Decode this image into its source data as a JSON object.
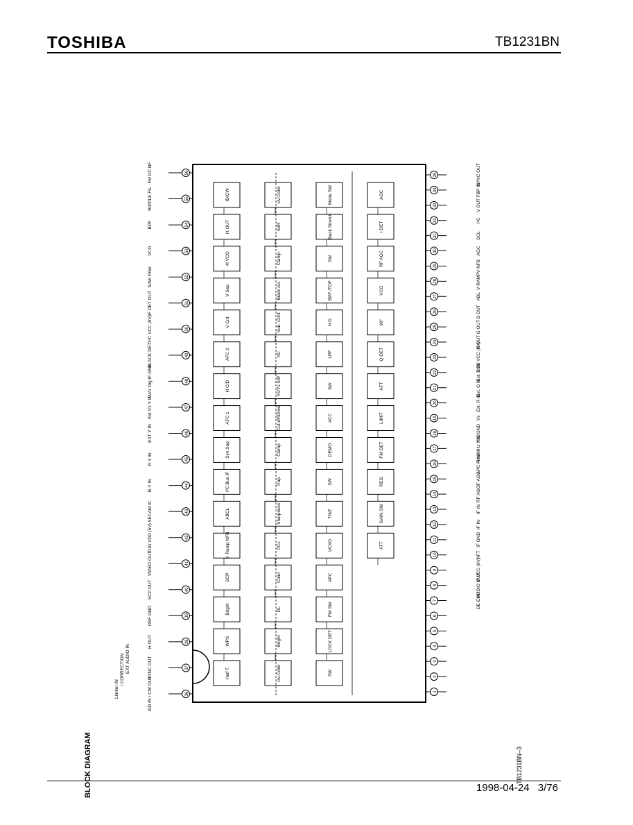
{
  "header": {
    "logo": "TOSHIBA",
    "part_number": "TB1231BN"
  },
  "footer": {
    "date": "1998-04-24",
    "page": "3/76"
  },
  "diagram": {
    "title": "BLOCK DIAGRAM",
    "figure_id": "TB1231BN–3",
    "top_pins": [
      "35",
      "34",
      "33",
      "32",
      "31",
      "30",
      "29",
      "28",
      "27",
      "26",
      "25",
      "24",
      "23",
      "22",
      "21",
      "20",
      "19",
      "18",
      "17",
      "16",
      "15",
      "14",
      "13",
      "12",
      "11",
      "10",
      "9",
      "8",
      "7",
      "6",
      "5",
      "4",
      "3",
      "2",
      "1"
    ],
    "bottom_pins": [
      "36",
      "37",
      "38",
      "39",
      "40",
      "41",
      "42",
      "43",
      "44",
      "45",
      "46",
      "47",
      "48",
      "49",
      "50",
      "51",
      "52",
      "53",
      "54",
      "55",
      "56"
    ],
    "top_labels": [
      {
        "pin": "35",
        "text": "SYNC OUT"
      },
      {
        "pin": "34",
        "text": "FBP IN"
      },
      {
        "pin": "33",
        "text": "V OUT"
      },
      {
        "pin": "32",
        "text": "I²C"
      },
      {
        "pin": "31",
        "text": "SCL"
      },
      {
        "pin": "30",
        "text": "AGC"
      },
      {
        "pin": "29",
        "text": "V NFB"
      },
      {
        "pin": "28",
        "text": "V RAMP"
      },
      {
        "pin": "27",
        "text": "ABL"
      },
      {
        "pin": "26",
        "text": "B OUT"
      },
      {
        "pin": "25",
        "text": "G OUT"
      },
      {
        "pin": "24",
        "text": "R OUT"
      },
      {
        "pin": "23",
        "text": "RGB VCC (9V)"
      },
      {
        "pin": "22",
        "text": "Ext. B IN"
      },
      {
        "pin": "21",
        "text": "Ext. G IN"
      },
      {
        "pin": "20",
        "text": "Ext. R IN"
      },
      {
        "pin": "19",
        "text": "Ys"
      },
      {
        "pin": "18",
        "text": "Y/C GND"
      },
      {
        "pin": "17",
        "text": "4.43MHz X'tal"
      },
      {
        "pin": "16",
        "text": "APC Filter"
      },
      {
        "pin": "15",
        "text": "IF AGC"
      },
      {
        "pin": "14",
        "text": "RF AGC"
      },
      {
        "pin": "13",
        "text": "IF IN"
      },
      {
        "pin": "12",
        "text": "IF IN"
      },
      {
        "pin": "11",
        "text": "IF GND"
      },
      {
        "pin": "10",
        "text": "AFT"
      },
      {
        "pin": "9",
        "text": "IF VCC (9V)"
      },
      {
        "pin": "8",
        "text": "AUDIO OUT"
      },
      {
        "pin": "7",
        "text": "DE-EMP"
      }
    ],
    "bottom_labels": [
      {
        "pin": "36",
        "text": "SID IN / CW OUT"
      },
      {
        "pin": "37",
        "text": "SYNC OUT"
      },
      {
        "pin": "38",
        "text": "H OUT"
      },
      {
        "pin": "39",
        "text": "DEF GND"
      },
      {
        "pin": "40",
        "text": "SCP OUT"
      },
      {
        "pin": "41",
        "text": "VIDEO OUT"
      },
      {
        "pin": "42",
        "text": "DIG VDD (5V)"
      },
      {
        "pin": "43",
        "text": "SECAM IC"
      },
      {
        "pin": "44",
        "text": "B-Y IN"
      },
      {
        "pin": "45",
        "text": "R-Y IN"
      },
      {
        "pin": "46",
        "text": "EXT Y IN"
      },
      {
        "pin": "47",
        "text": "Ext-V1 Y IN"
      },
      {
        "pin": "48",
        "text": "TV/V Dig IF GND"
      },
      {
        "pin": "49",
        "text": "BLACK DET"
      },
      {
        "pin": "50",
        "text": "Y/C VCC (5V)"
      },
      {
        "pin": "51",
        "text": "IF DET OUT"
      },
      {
        "pin": "52",
        "text": "SAW Filter"
      },
      {
        "pin": "53",
        "text": "VCO"
      },
      {
        "pin": "54",
        "text": "BPF"
      },
      {
        "pin": "55",
        "text": "RIPPLE FIL"
      },
      {
        "pin": "56",
        "text": "FM DC NF"
      }
    ],
    "left_notes": [
      "Limiter IN",
      "/ CORRECTION",
      "EXT AUDIO IN"
    ],
    "blocks": [
      {
        "id": "id-det",
        "text": "ID/CW"
      },
      {
        "id": "h-out",
        "text": "H OUT"
      },
      {
        "id": "h-vco",
        "text": "4f VCO"
      },
      {
        "id": "v-sep",
        "text": "V Sep"
      },
      {
        "id": "v-cnt",
        "text": "V Cnt"
      },
      {
        "id": "afc2",
        "text": "AFC 2"
      },
      {
        "id": "h-cd",
        "text": "H C/D"
      },
      {
        "id": "afc1",
        "text": "AFC 1"
      },
      {
        "id": "sync-sep",
        "text": "Syn Sep"
      },
      {
        "id": "i2c",
        "text": "I²C Bus IF"
      },
      {
        "id": "abcl",
        "text": "ABCL"
      },
      {
        "id": "v-ramp",
        "text": "V. Ramp NFB"
      },
      {
        "id": "scp",
        "text": "SCP"
      },
      {
        "id": "bright",
        "text": "Bright"
      },
      {
        "id": "wps",
        "text": "WPS"
      },
      {
        "id": "half-t",
        "text": "Half T."
      },
      {
        "id": "uv-color",
        "text": "Uv-Color"
      },
      {
        "id": "sdr",
        "text": "SdR"
      },
      {
        "id": "clamp1",
        "text": "Clamp"
      },
      {
        "id": "black-ad",
        "text": "Black Ad."
      },
      {
        "id": "sub-cont",
        "text": "Sub. Cont"
      },
      {
        "id": "ac",
        "text": "AC"
      },
      {
        "id": "yc-sw",
        "text": "Yc/Ys SW"
      },
      {
        "id": "cut-off",
        "text": "Cut-off/Drive"
      },
      {
        "id": "clamp2",
        "text": "Clamp"
      },
      {
        "id": "trap",
        "text": "Trap"
      },
      {
        "id": "sharp",
        "text": "Sharpness"
      },
      {
        "id": "acl",
        "text": "ACL"
      },
      {
        "id": "color",
        "text": "Color"
      },
      {
        "id": "dl",
        "text": "DL"
      },
      {
        "id": "bright2",
        "text": "Bright"
      },
      {
        "id": "uv-color2",
        "text": "Uv-Color"
      },
      {
        "id": "mode-sw",
        "text": "Mode SW"
      },
      {
        "id": "blk-stretch",
        "text": "Black Stretch"
      },
      {
        "id": "ext-sw",
        "text": "SW"
      },
      {
        "id": "bpf-tof",
        "text": "BPF /TOF"
      },
      {
        "id": "hd",
        "text": "H D"
      },
      {
        "id": "lpf",
        "text": "LPF"
      },
      {
        "id": "sw2",
        "text": "SW"
      },
      {
        "id": "acc",
        "text": "ACC"
      },
      {
        "id": "demod",
        "text": "DEMO"
      },
      {
        "id": "sw3",
        "text": "SW"
      },
      {
        "id": "tint",
        "text": "TINT"
      },
      {
        "id": "vcxo",
        "text": "VCXO"
      },
      {
        "id": "apc",
        "text": "APC"
      },
      {
        "id": "fm-sw",
        "text": "FM SW"
      },
      {
        "id": "lock-det",
        "text": "LOCK DET"
      },
      {
        "id": "sw4",
        "text": "SW"
      },
      {
        "id": "agc",
        "text": "AGC"
      },
      {
        "id": "if-det",
        "text": "I DET"
      },
      {
        "id": "rf-agc",
        "text": "RF AGC"
      },
      {
        "id": "vco",
        "text": "VCO"
      },
      {
        "id": "p90",
        "text": "90°"
      },
      {
        "id": "q-det",
        "text": "Q DET"
      },
      {
        "id": "aft",
        "text": "AFT"
      },
      {
        "id": "lim",
        "text": "LIMIT"
      },
      {
        "id": "fm-det",
        "text": "FM DET"
      },
      {
        "id": "reg",
        "text": "REG"
      },
      {
        "id": "gain-sw",
        "text": "GAIN SW"
      },
      {
        "id": "att",
        "text": "ATT"
      }
    ]
  }
}
